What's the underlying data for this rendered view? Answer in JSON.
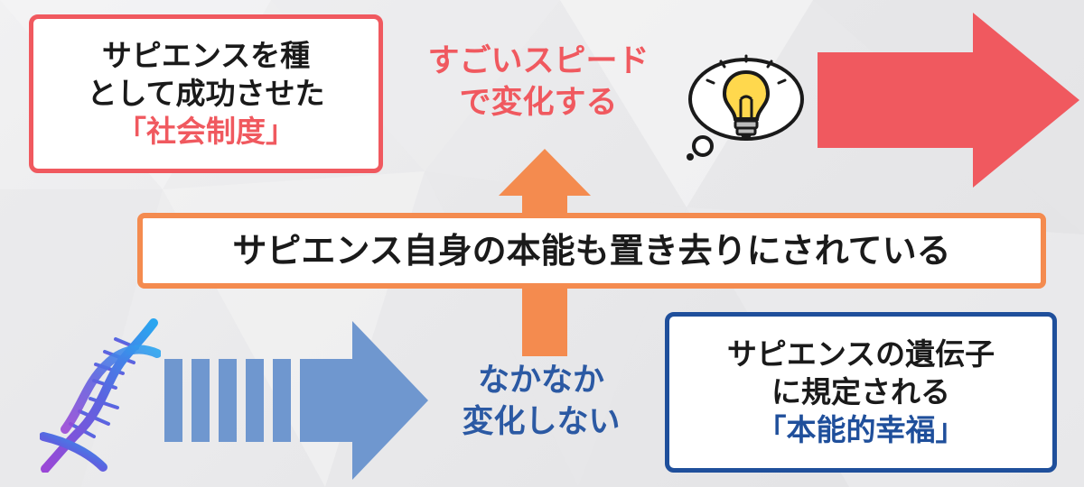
{
  "boxes": {
    "social": {
      "line1": "サピエンスを種",
      "line2": "として成功させた",
      "highlight": "「社会制度」"
    },
    "instinct": {
      "line1": "サピエンスの遺伝子",
      "line2": "に規定される",
      "highlight": "「本能的幸福」"
    }
  },
  "banner": {
    "text": "サピエンス自身の本能も置き去りにされている"
  },
  "captions": {
    "fast": {
      "line1": "すごいスピード",
      "line2": "で変化する"
    },
    "slow": {
      "line1": "なかなか",
      "line2": "変化しない"
    }
  },
  "icons": [
    "lightbulb-thought-icon",
    "dna-icon"
  ],
  "colors": {
    "red": "#f0595f",
    "orange": "#f48b4f",
    "navy": "#1f4f9b",
    "steel_blue": "#6f97cf"
  }
}
